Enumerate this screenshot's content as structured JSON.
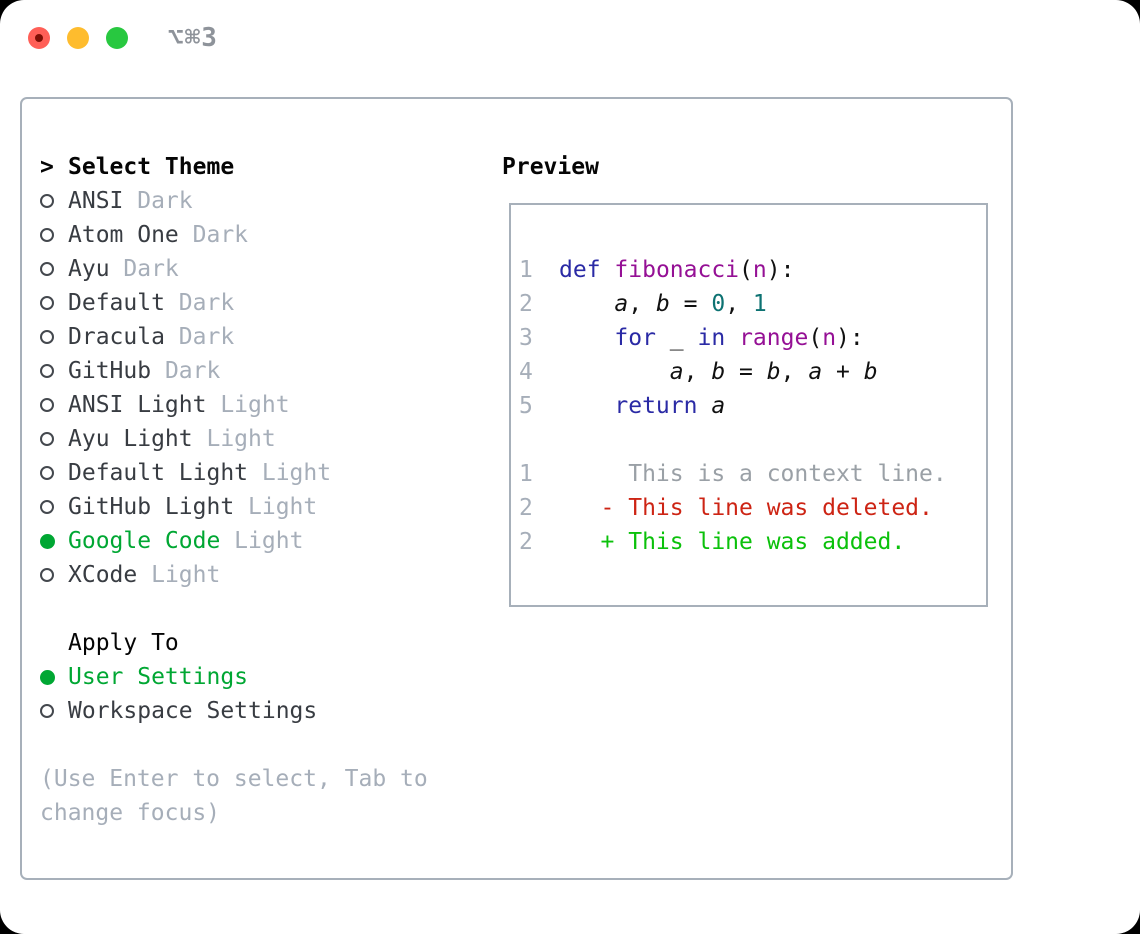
{
  "window": {
    "title": "⌥⌘3",
    "traffic_lights": [
      "close",
      "minimize",
      "zoom"
    ]
  },
  "colors": {
    "green": "#00a733",
    "add": "#0bc10b",
    "del": "#cd2414",
    "ctx": "#9aa0a6",
    "muted": "#a6aeb9",
    "border": "#a7b0ba",
    "ink": "#111111",
    "name": "#383c42",
    "kw": "#2a2aa5",
    "nm": "#951095",
    "lit": "#0d7272",
    "title": "#8e939a",
    "light-red": "#ff5f57",
    "light-yellow": "#febc2e",
    "light-green": "#28c840"
  },
  "theme_list": {
    "prompt": ">",
    "header": "Select Theme",
    "themes": [
      {
        "name": "ANSI",
        "variant": "Dark",
        "selected": false
      },
      {
        "name": "Atom One",
        "variant": "Dark",
        "selected": false
      },
      {
        "name": "Ayu",
        "variant": "Dark",
        "selected": false
      },
      {
        "name": "Default",
        "variant": "Dark",
        "selected": false
      },
      {
        "name": "Dracula",
        "variant": "Dark",
        "selected": false
      },
      {
        "name": "GitHub",
        "variant": "Dark",
        "selected": false
      },
      {
        "name": "ANSI Light",
        "variant": "Light",
        "selected": false
      },
      {
        "name": "Ayu Light",
        "variant": "Light",
        "selected": false
      },
      {
        "name": "Default Light",
        "variant": "Light",
        "selected": false
      },
      {
        "name": "GitHub Light",
        "variant": "Light",
        "selected": false
      },
      {
        "name": "Google Code",
        "variant": "Light",
        "selected": true
      },
      {
        "name": "XCode",
        "variant": "Light",
        "selected": false
      }
    ]
  },
  "apply_to": {
    "header": "Apply To",
    "options": [
      {
        "label": "User Settings",
        "selected": true
      },
      {
        "label": "Workspace Settings",
        "selected": false
      }
    ]
  },
  "hint": "(Use Enter to select, Tab to change focus)",
  "preview": {
    "header": "Preview",
    "lines": [
      {
        "num": "1",
        "segs": [
          [
            "kw",
            "def"
          ],
          [
            "pl",
            " "
          ],
          [
            "nm",
            "fibonacci"
          ],
          [
            "pl",
            "("
          ],
          [
            "nm",
            "n"
          ],
          [
            "pl",
            "):"
          ]
        ]
      },
      {
        "num": "2",
        "segs": [
          [
            "pl",
            "    "
          ],
          [
            "var",
            "a"
          ],
          [
            "pl",
            ", "
          ],
          [
            "var",
            "b"
          ],
          [
            "pl",
            " = "
          ],
          [
            "num",
            "0"
          ],
          [
            "pl",
            ", "
          ],
          [
            "num",
            "1"
          ]
        ]
      },
      {
        "num": "3",
        "segs": [
          [
            "pl",
            "    "
          ],
          [
            "kw",
            "for"
          ],
          [
            "pl",
            " "
          ],
          [
            "var",
            "_"
          ],
          [
            "pl",
            " "
          ],
          [
            "kw",
            "in"
          ],
          [
            "pl",
            " "
          ],
          [
            "nm",
            "range"
          ],
          [
            "pl",
            "("
          ],
          [
            "nm",
            "n"
          ],
          [
            "pl",
            "):"
          ]
        ]
      },
      {
        "num": "4",
        "segs": [
          [
            "pl",
            "        "
          ],
          [
            "var",
            "a"
          ],
          [
            "pl",
            ", "
          ],
          [
            "var",
            "b"
          ],
          [
            "pl",
            " = "
          ],
          [
            "var",
            "b"
          ],
          [
            "pl",
            ", "
          ],
          [
            "var",
            "a"
          ],
          [
            "pl",
            " + "
          ],
          [
            "var",
            "b"
          ]
        ]
      },
      {
        "num": "5",
        "segs": [
          [
            "pl",
            "    "
          ],
          [
            "kw",
            "return"
          ],
          [
            "pl",
            " "
          ],
          [
            "var",
            "a"
          ]
        ]
      },
      {
        "num": "",
        "segs": []
      },
      {
        "num": "1",
        "segs": [
          [
            "ctx",
            "     This is a context line."
          ]
        ]
      },
      {
        "num": "2",
        "segs": [
          [
            "del",
            "   - This line was deleted."
          ]
        ]
      },
      {
        "num": "2",
        "segs": [
          [
            "add",
            "   + This line was added."
          ]
        ]
      }
    ]
  }
}
